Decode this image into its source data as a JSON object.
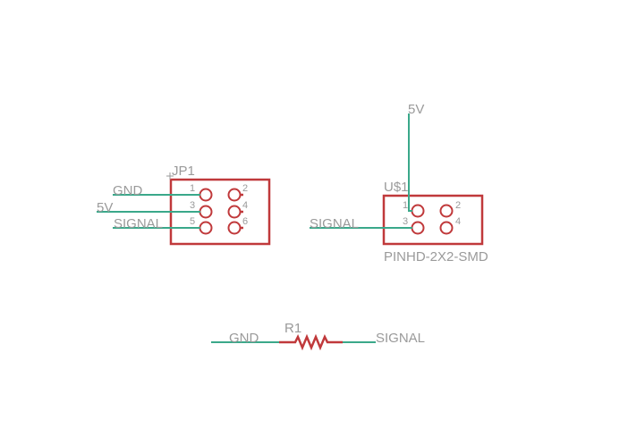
{
  "parts": {
    "jp1": {
      "name": "JP1",
      "pins": [
        "1",
        "2",
        "3",
        "4",
        "5",
        "6"
      ],
      "nets": [
        "GND",
        "5V",
        "SIGNAL"
      ]
    },
    "us1": {
      "name": "U$1",
      "value": "PINHD-2X2-SMD",
      "pins": [
        "1",
        "2",
        "3",
        "4"
      ],
      "nets": [
        "5V",
        "SIGNAL"
      ]
    },
    "r1": {
      "name": "R1",
      "nets": [
        "GND",
        "SIGNAL"
      ]
    }
  },
  "colors": {
    "wire": "#3aa88a",
    "part": "#c0393b",
    "text": "#9a9a9a"
  }
}
